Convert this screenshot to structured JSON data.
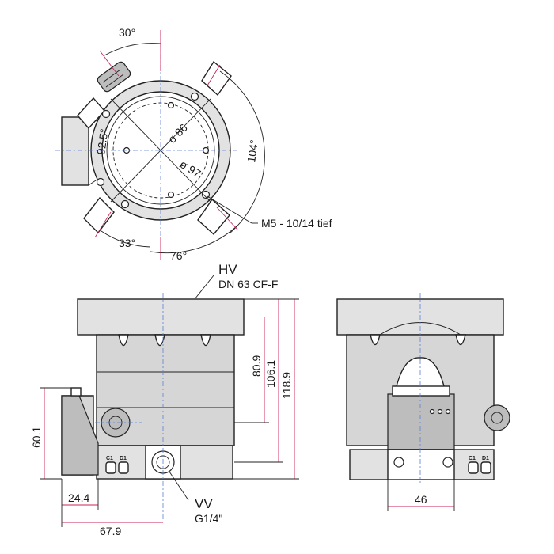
{
  "top_view": {
    "angle_30": "30°",
    "angle_104": "104°",
    "angle_33": "33°",
    "angle_76": "76°",
    "dia_92_5": "92.5°",
    "dia_86": "ø 86",
    "dia_97": "ø 97",
    "thread_label": "M5 - 10/14 tief"
  },
  "front_view": {
    "hv_label": "HV",
    "hv_flange": "DN 63 CF-F",
    "dim_80_9": "80.9",
    "dim_106_1": "106.1",
    "dim_118_9": "118.9",
    "dim_60_1": "60.1",
    "dim_24_4": "24.4",
    "dim_67_9": "67.9",
    "vv_label": "VV",
    "vv_thread": "G1/4\"",
    "c1": "C1",
    "d1": "D1"
  },
  "side_view": {
    "dim_46": "46",
    "c1": "C1",
    "d1": "D1"
  }
}
